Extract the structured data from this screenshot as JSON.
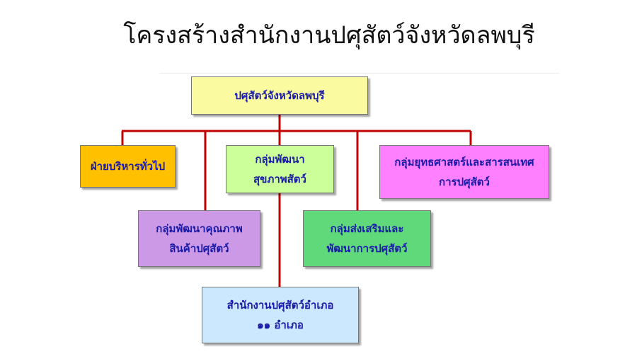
{
  "title": "โครงสร้างสำนักงานปศุสัตว์จังหวัดลพบุรี",
  "colors": {
    "connector": "#c00000",
    "head": "#fafaa0",
    "admin": "#ffc000",
    "health": "#ccff99",
    "strategy": "#ff80ff",
    "quality": "#cc99e6",
    "promotion": "#5fd97a",
    "district": "#cce8ff",
    "text": "#1a1aa8"
  },
  "org": {
    "head": {
      "line1": "ปศุสัตว์จังหวัดลพบุรี"
    },
    "admin": {
      "line1": "ฝ่ายบริหารทั่วไป"
    },
    "health": {
      "line1": "กลุ่มพัฒนา",
      "line2": "สุขภาพสัตว์"
    },
    "strategy": {
      "line1": "กลุ่มยุทธศาสตร์และสารสนเทศ",
      "line2": "การปศุสัตว์"
    },
    "quality": {
      "line1": "กลุ่มพัฒนาคุณภาพ",
      "line2": "สินค้าปศุสัตว์"
    },
    "promotion": {
      "line1": "กลุ่มส่งเสริมและ",
      "line2": "พัฒนาการปศุสัตว์"
    },
    "district": {
      "line1": "สำนักงานปศุสัตว์อำเภอ",
      "line2": "๑๑ อำเภอ"
    }
  }
}
